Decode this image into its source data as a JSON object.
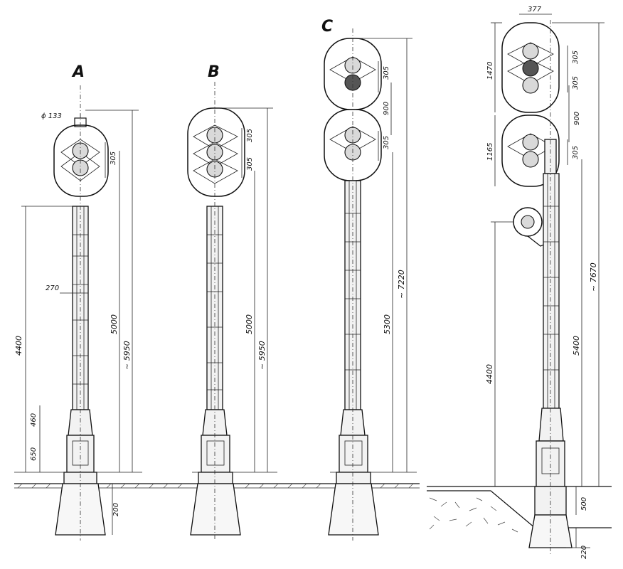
{
  "signals": [
    {
      "label": "A",
      "dims": {
        "cap": "ϕ 133",
        "lamp_spacing": "305",
        "width": "270",
        "pole_height": "4400",
        "lamp_height": "5000",
        "total_height": "~ 5950",
        "upper_base": "460",
        "lower_base": "650",
        "foundation": "200"
      }
    },
    {
      "label": "B",
      "dims": {
        "lamp_spacing_a": "305",
        "lamp_spacing_b": "305",
        "lamp_height": "5000",
        "total_height": "~ 5950"
      }
    },
    {
      "label": "C",
      "dims": {
        "lamp_spacing_upper": "305",
        "head_gap": "900",
        "lamp_spacing_lower": "305",
        "lamp_height": "5300",
        "total_height": "~ 7220"
      }
    },
    {
      "label": "",
      "dims": {
        "head_width": "377",
        "upper_head": "1470",
        "lamp_spacing_a": "305",
        "lamp_spacing_b": "305",
        "head_gap": "900",
        "lower_head": "1165",
        "lamp_spacing_lower": "305",
        "pole_height": "4400",
        "lamp_height": "5400",
        "total_height": "~ 7670",
        "base": "500",
        "foundation": "220"
      }
    }
  ]
}
